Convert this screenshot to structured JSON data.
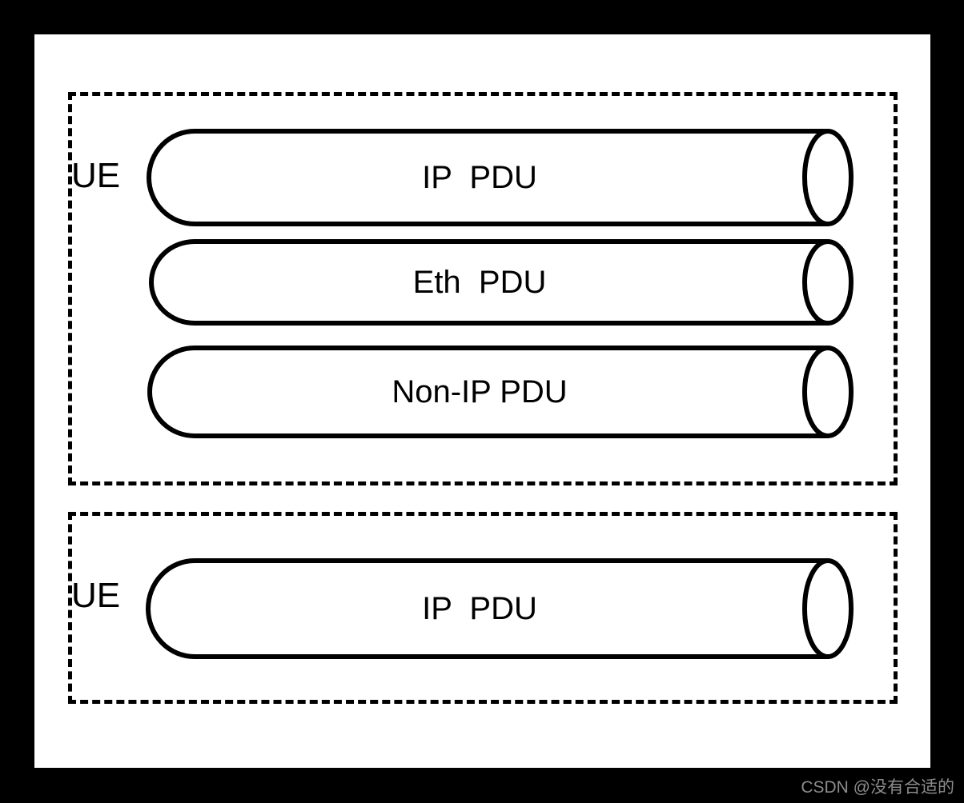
{
  "figure": {
    "background_color": "#000000",
    "panel_color": "#ffffff",
    "stroke_color": "#000000"
  },
  "groups": [
    {
      "id": "ue-group-1",
      "label": "UE",
      "sessions": [
        {
          "id": "ip-pdu-1",
          "label": "IP  PDU"
        },
        {
          "id": "eth-pdu",
          "label": "Eth  PDU"
        },
        {
          "id": "non-ip-pdu",
          "label": "Non-IP PDU"
        }
      ]
    },
    {
      "id": "ue-group-2",
      "label": "UE",
      "sessions": [
        {
          "id": "ip-pdu-2",
          "label": "IP  PDU"
        }
      ]
    }
  ],
  "watermark": {
    "text": "CSDN @没有合适的",
    "color": "#8c8c8c"
  }
}
